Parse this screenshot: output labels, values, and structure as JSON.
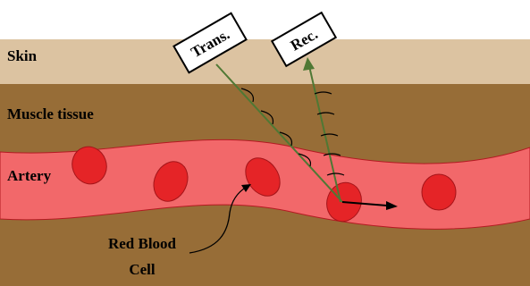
{
  "labels": {
    "skin": "Skin",
    "muscle": "Muscle tissue",
    "artery": "Artery",
    "rbc_line1": "Red Blood",
    "rbc_line2": "Cell"
  },
  "transducers": {
    "transmitter": "Trans.",
    "receiver": "Rec."
  },
  "colors": {
    "skin": "#dcc3a1",
    "muscle": "#976d37",
    "artery": "#f2686a",
    "cell": "#e52427",
    "beam": "#4f7834"
  }
}
